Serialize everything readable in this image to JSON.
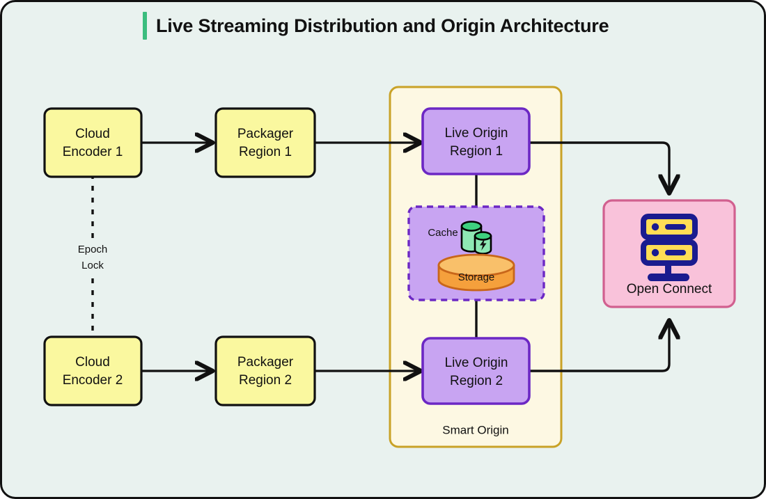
{
  "page": {
    "title": "Live Streaming Distribution and Origin Architecture",
    "background_color": "#e9f2ef",
    "border_color": "#111111",
    "accent_color": "#3bbd7e"
  },
  "palette": {
    "encoder_fill": "#faf89f",
    "encoder_stroke": "#111111",
    "origin_fill": "#c8a4f2",
    "origin_stroke": "#6c28c4",
    "container_fill": "#fdf8e3",
    "container_stroke": "#c9a227",
    "open_connect_fill": "#f9c2da",
    "open_connect_stroke": "#d1608f",
    "server_icon_navy": "#1a1b8f",
    "server_icon_yellow": "#ffdd55",
    "cache_cylinder_fill": "#8ee8b4",
    "cache_cylinder_top": "#3ed07f",
    "storage_fill": "#f5a03c",
    "storage_top": "#f9c06a",
    "storage_stroke": "#c8661a",
    "edge_color": "#111111"
  },
  "nodes": {
    "encoder1": {
      "line1": "Cloud",
      "line2": "Encoder 1"
    },
    "encoder2": {
      "line1": "Cloud",
      "line2": "Encoder 2"
    },
    "packager1": {
      "line1": "Packager",
      "line2": "Region 1"
    },
    "packager2": {
      "line1": "Packager",
      "line2": "Region 2"
    },
    "origin1": {
      "line1": "Live Origin",
      "line2": "Region 1"
    },
    "origin2": {
      "line1": "Live Origin",
      "line2": "Region 2"
    },
    "cache": {
      "label": "Cache",
      "storage_label": "Storage"
    },
    "open_connect": {
      "label": "Open Connect",
      "icon": "server-rack-icon"
    },
    "container": {
      "label": "Smart Origin"
    }
  },
  "edges": {
    "epoch_lock": {
      "line1": "Epoch",
      "line2": "Lock",
      "style": "dashed"
    },
    "enc1_to_pkg1": {
      "style": "arrow"
    },
    "enc2_to_pkg2": {
      "style": "arrow"
    },
    "pkg1_to_origin1": {
      "style": "arrow"
    },
    "pkg2_to_origin2": {
      "style": "arrow"
    },
    "origin1_to_cache": {
      "style": "line"
    },
    "cache_to_origin2": {
      "style": "line"
    },
    "origin1_to_oc": {
      "style": "arrow"
    },
    "origin2_to_oc": {
      "style": "arrow"
    }
  }
}
